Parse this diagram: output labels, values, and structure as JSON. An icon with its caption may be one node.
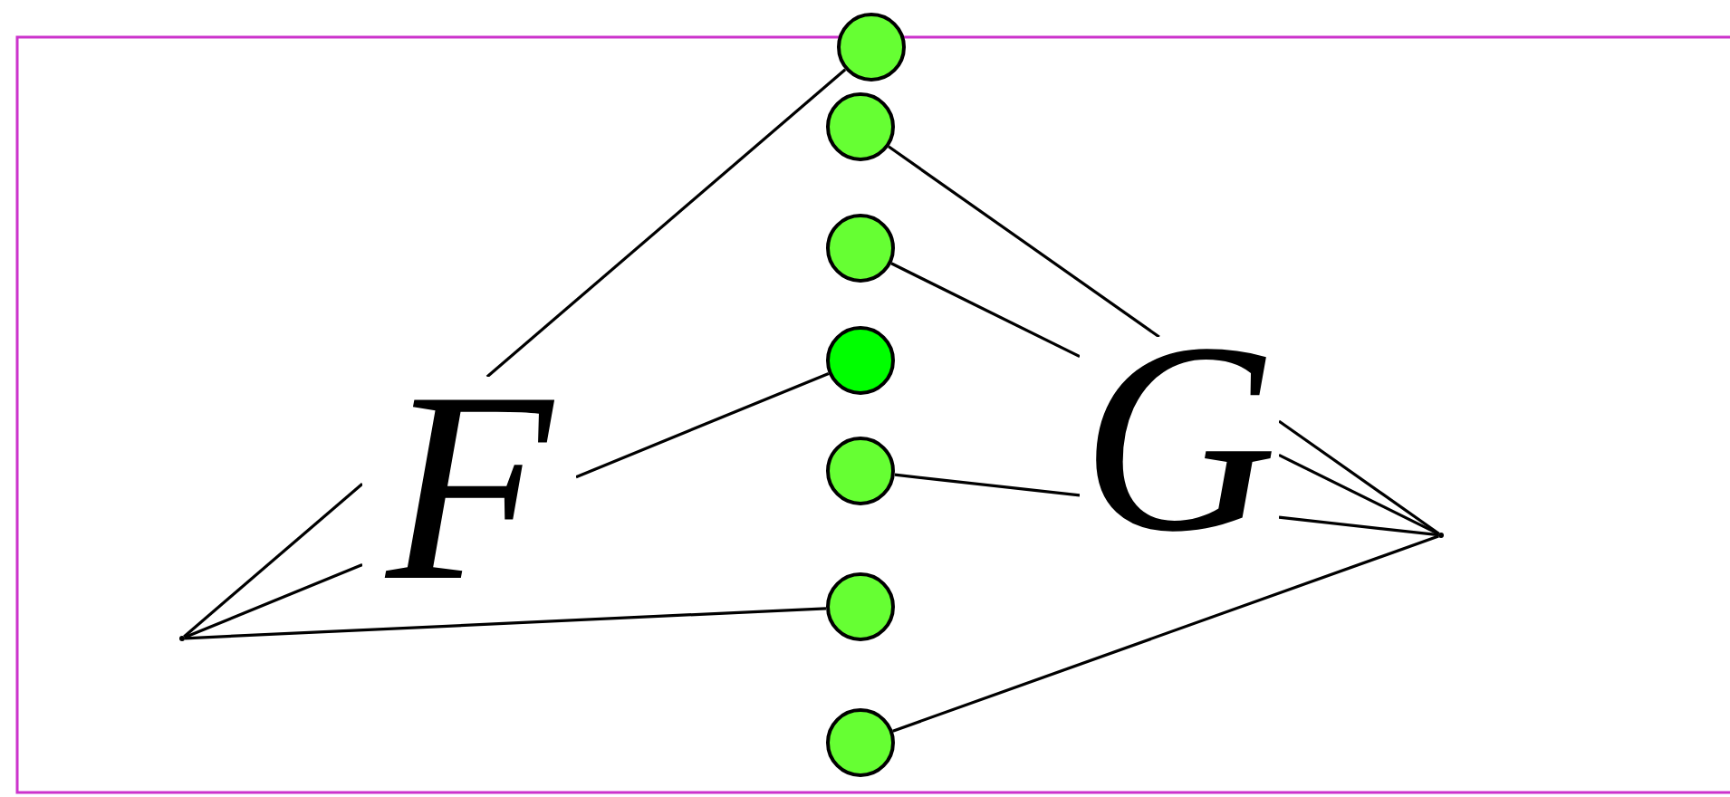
{
  "diagram": {
    "nodes": [
      {
        "text": [
          "F"
        ]
      },
      {
        "text": [
          "G"
        ]
      },
      {
        "text": [],
        "shape": "circle"
      },
      {
        "text": [],
        "shape": "circle"
      },
      {
        "text": [],
        "shape": "circle"
      },
      {
        "text": [],
        "shape": "circle"
      },
      {
        "text": [],
        "shape": "circle"
      },
      {
        "text": [],
        "shape": "circle"
      },
      {
        "text": [],
        "shape": "circle"
      },
      {
        "text": [],
        "shape": "point"
      },
      {
        "text": [],
        "shape": "point"
      }
    ],
    "edges": [
      {
        "from": 9,
        "to": 0,
        "arrow": "none"
      },
      {
        "from": 0,
        "to": 2,
        "arrow": "none"
      },
      {
        "from": 9,
        "to": 0,
        "arrow": "none"
      },
      {
        "from": 0,
        "to": 5,
        "arrow": "none"
      },
      {
        "from": 9,
        "to": 7,
        "arrow": "none"
      },
      {
        "from": 3,
        "to": 1,
        "arrow": "none"
      },
      {
        "from": 1,
        "to": 10,
        "arrow": "none"
      },
      {
        "from": 4,
        "to": 1,
        "arrow": "none"
      },
      {
        "from": 1,
        "to": 10,
        "arrow": "none"
      },
      {
        "from": 6,
        "to": 1,
        "arrow": "none"
      },
      {
        "from": 1,
        "to": 10,
        "arrow": "none"
      },
      {
        "from": 8,
        "to": 10,
        "arrow": "none"
      }
    ]
  }
}
